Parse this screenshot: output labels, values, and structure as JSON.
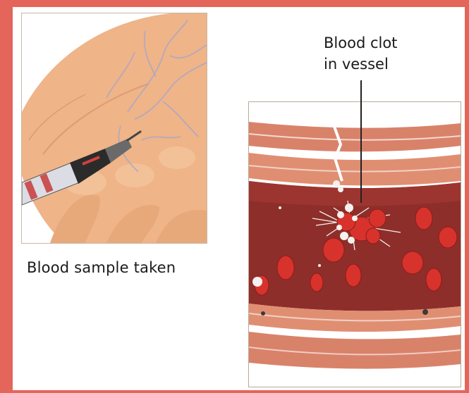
{
  "captions": {
    "blood_sample": "Blood sample taken",
    "blood_clot_line1": "Blood clot",
    "blood_clot_line2": "in vessel"
  },
  "colors": {
    "background_border": "#e4655a",
    "skin": "#f0b487",
    "vessel_wall": "#d9826a",
    "vessel_lumen": "#8e2e2a",
    "red_cell": "#d8322c",
    "clot": "#f4f1ee"
  }
}
